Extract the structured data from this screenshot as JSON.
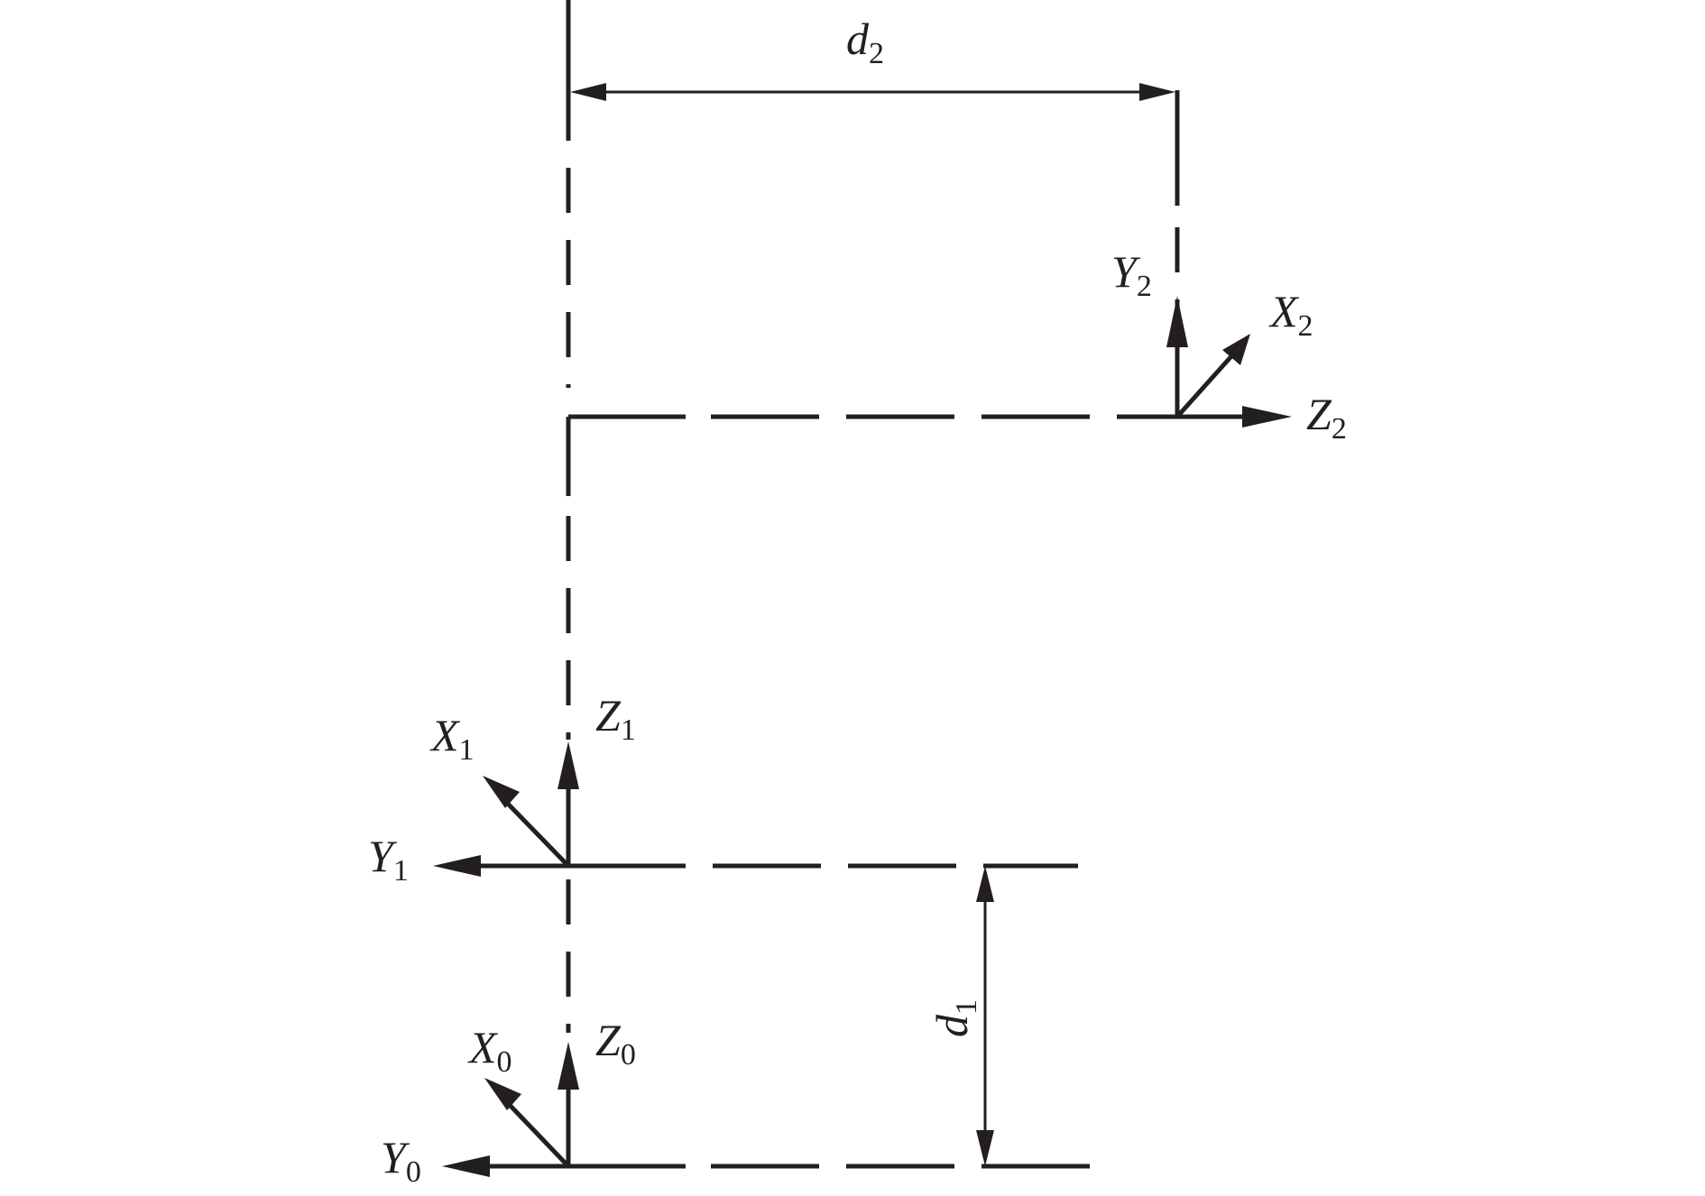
{
  "colors": {
    "ink": "#231f20",
    "background": "#ffffff"
  },
  "dimensions": {
    "d1": {
      "letter": "d",
      "sub": "1"
    },
    "d2": {
      "letter": "d",
      "sub": "2"
    }
  },
  "frame0": {
    "x": {
      "letter": "X",
      "sub": "0"
    },
    "y": {
      "letter": "Y",
      "sub": "0"
    },
    "z": {
      "letter": "Z",
      "sub": "0"
    }
  },
  "frame1": {
    "x": {
      "letter": "X",
      "sub": "1"
    },
    "y": {
      "letter": "Y",
      "sub": "1"
    },
    "z": {
      "letter": "Z",
      "sub": "1"
    }
  },
  "frame2": {
    "x": {
      "letter": "X",
      "sub": "2"
    },
    "y": {
      "letter": "Y",
      "sub": "2"
    },
    "z": {
      "letter": "Z",
      "sub": "2"
    }
  }
}
